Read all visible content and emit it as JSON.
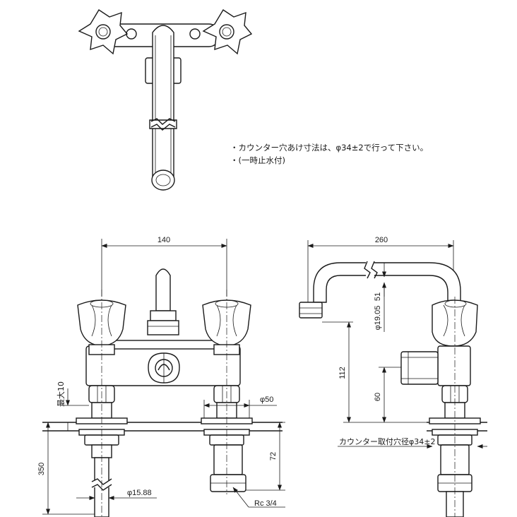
{
  "notes": {
    "line1": "・カウンター穴あけ寸法は、φ34±2で行って下さい。",
    "line2": "・(一時止水付)"
  },
  "front_view": {
    "dim_width": "140",
    "dim_total_height": "350",
    "dim_max10": "最大10",
    "dim_phi50": "φ50",
    "dim_72": "72",
    "dim_phi15_88": "φ15.88",
    "dim_rc": "Rc 3/4"
  },
  "side_view": {
    "dim_reach": "260",
    "dim_51": "51",
    "dim_phi19_05": "φ19.05",
    "dim_112": "112",
    "dim_60": "60",
    "counter_hole": "カウンター取付穴径φ34±2"
  }
}
